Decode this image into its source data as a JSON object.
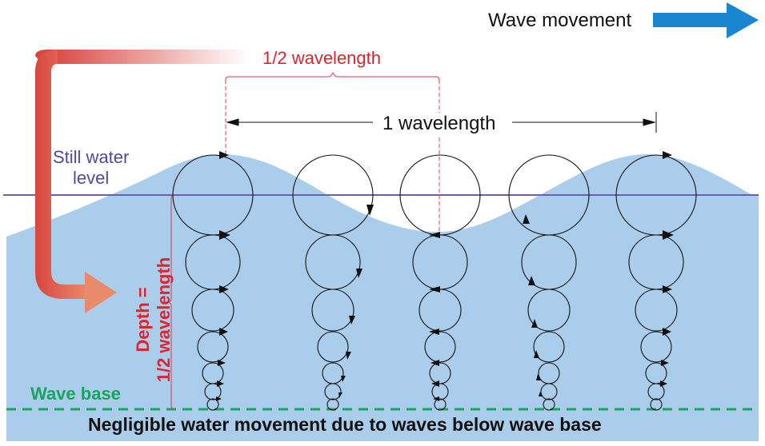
{
  "labels": {
    "wave_movement": "Wave movement",
    "half_wavelength": "1/2 wavelength",
    "one_wavelength": "1 wavelength",
    "still_water_line1": "Still water",
    "still_water_line2": "level",
    "depth_line1": "Depth =",
    "depth_line2": "1/2 wavelength",
    "wave_base": "Wave base",
    "negligible": "Negligible water movement due to waves below wave base"
  },
  "colors": {
    "water": "#abcdec",
    "still_water_line": "#6a5fb5",
    "red_label": "#d9252d",
    "wave_base_green": "#1aa260",
    "movement_arrow": "#1a85d0",
    "red_arrow": "#d9463f"
  },
  "orbits": {
    "columns_x": [
      266,
      402,
      537,
      672,
      808
    ],
    "circle_radii": [
      35,
      34,
      26,
      21,
      16,
      12,
      9
    ]
  }
}
